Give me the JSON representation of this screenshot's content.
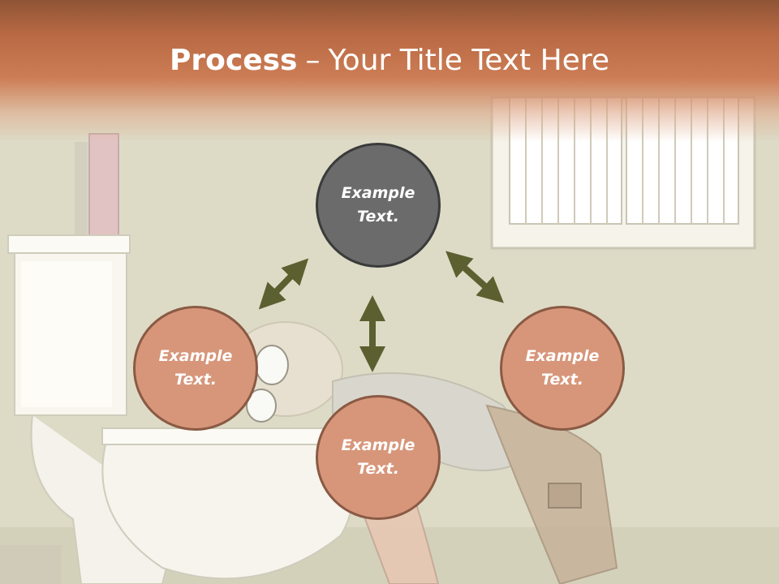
{
  "slide": {
    "title_bold": "Process",
    "title_separator": "–",
    "title_rest": "Your Title Text Here",
    "colors": {
      "header_top": "#8f5436",
      "header_mid": "#cd7d55",
      "background": "#dedcc8",
      "circle_fill": "#d7967a",
      "circle_border": "#8a5a44",
      "center_circle_fill": "#6b6b6b",
      "arrow": "#5c5f2f"
    },
    "nodes": [
      {
        "line1": "Example",
        "line2": "Text."
      },
      {
        "line1": "Example",
        "line2": "Text."
      },
      {
        "line1": "Example",
        "line2": "Text."
      },
      {
        "line1": "Example",
        "line2": "Text."
      }
    ],
    "icons": [
      "double-arrow-icon"
    ]
  }
}
